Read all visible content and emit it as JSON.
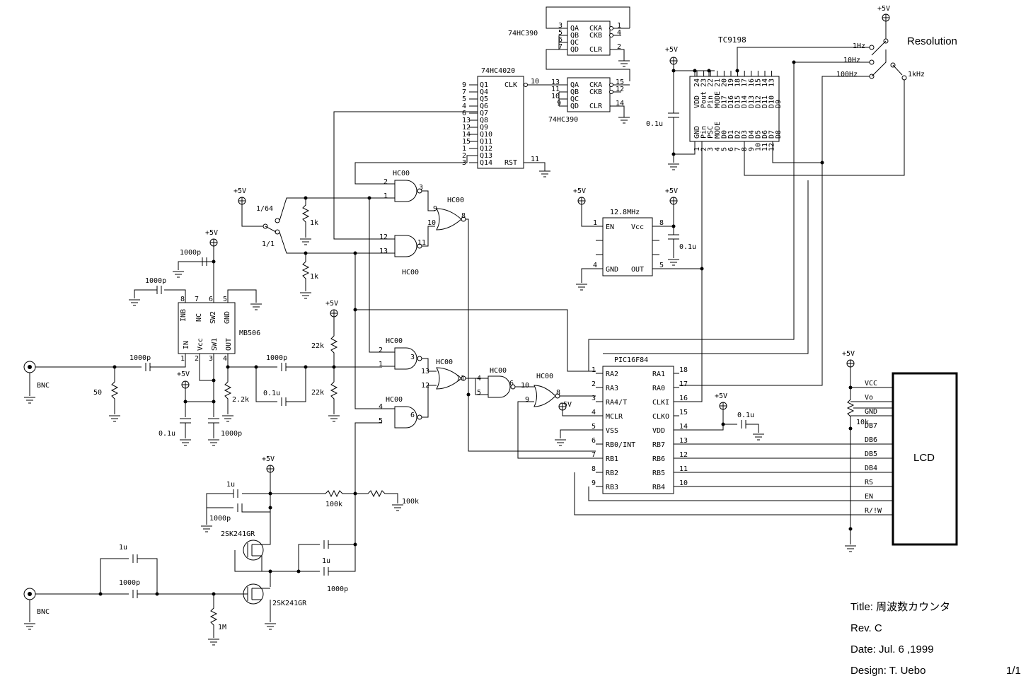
{
  "chips": {
    "hc390_top": "74HC390",
    "hc390_bot": "74HC390",
    "hc4020": "74HC4020",
    "tc9198": "TC9198",
    "mb506": "MB506",
    "pic": "PIC16F84",
    "osc": "12.8MHz",
    "lcd": "LCD",
    "nand": "HC00",
    "fet": "2SK241GR"
  },
  "pins": {
    "hc390_top_left": [
      "QA",
      "QB",
      "QC",
      "QD"
    ],
    "hc390_top_right": [
      "CKA",
      "CKB",
      "CLR"
    ],
    "hc390_top_left_nums": [
      "3",
      "5",
      "6",
      "7"
    ],
    "hc390_top_right_nums": [
      "1",
      "4",
      "2"
    ],
    "hc390_bot_left_nums": [
      "13",
      "11",
      "10",
      "9"
    ],
    "hc390_bot_right_nums": [
      "15",
      "12",
      "14"
    ],
    "hc4020_left": [
      "Q1",
      "Q4",
      "Q5",
      "Q6",
      "Q7",
      "Q8",
      "Q9",
      "Q10",
      "Q11",
      "Q12",
      "Q13",
      "Q14"
    ],
    "hc4020_left_nums": [
      "9",
      "7",
      "5",
      "4",
      "6",
      "13",
      "12",
      "14",
      "15",
      "1",
      "2",
      "3"
    ],
    "hc4020_clk": "CLK",
    "hc4020_rst": "RST",
    "hc4020_clk_num": "10",
    "hc4020_rst_num": "11",
    "tc_top": [
      "VDD",
      "Pout",
      "Pin",
      "MODE",
      "D17",
      "D16",
      "D15",
      "D14",
      "D13",
      "D12",
      "D11",
      "D10",
      "D9"
    ],
    "tc_top_nums": [
      "24",
      "23",
      "22",
      "21",
      "20",
      "19",
      "18",
      "17",
      "16",
      "15",
      "14",
      "13"
    ],
    "tc_bot": [
      "GND",
      "Pin",
      "PSC",
      "MODE",
      "D0",
      "D1",
      "D2",
      "D3",
      "D4",
      "D5",
      "D6",
      "D7",
      "D8"
    ],
    "tc_bot_nums": [
      "1",
      "2",
      "3",
      "4",
      "5",
      "6",
      "7",
      "8",
      "9",
      "10",
      "11",
      "12"
    ],
    "mb506_top": [
      "INB",
      "NC",
      "SW2",
      "GND"
    ],
    "mb506_top_nums": [
      "8",
      "7",
      "6",
      "5"
    ],
    "mb506_bot": [
      "IN",
      "Vcc",
      "SW1",
      "OUT"
    ],
    "mb506_bot_nums": [
      "1",
      "2",
      "3",
      "4"
    ],
    "osc_left": [
      "EN",
      "GND"
    ],
    "osc_right": [
      "Vcc",
      "OUT"
    ],
    "osc_nums": [
      "1",
      "4",
      "8",
      "5"
    ],
    "pic_left": [
      "RA2",
      "RA3",
      "RA4/T",
      "MCLR",
      "VSS",
      "RB0/INT",
      "RB1",
      "RB2",
      "RB3"
    ],
    "pic_left_nums": [
      "1",
      "2",
      "3",
      "4",
      "5",
      "6",
      "7",
      "8",
      "9"
    ],
    "pic_right": [
      "RA1",
      "RA0",
      "CLKI",
      "CLKO",
      "VDD",
      "RB7",
      "RB6",
      "RB5",
      "RB4"
    ],
    "pic_right_nums": [
      "18",
      "17",
      "16",
      "15",
      "14",
      "13",
      "12",
      "11",
      "10"
    ],
    "lcd_pins": [
      "VCC",
      "Vo",
      "GND",
      "DB7",
      "DB6",
      "DB5",
      "DB4",
      "RS",
      "EN",
      "R/!W"
    ]
  },
  "labels": {
    "p5v": "+5V",
    "bnc": "BNC",
    "r50": "50",
    "c1000p": "1000p",
    "c01u": "0.1u",
    "c1u": "1u",
    "r22k": "22k",
    "r2k2": "2.2k",
    "r1k": "1k",
    "r100k": "100k",
    "r1m": "1M",
    "r10k": "10k",
    "div64": "1/64",
    "div1": "1/1",
    "resolution": "Resolution",
    "f1hz": "1Hz",
    "f10hz": "10Hz",
    "f100hz": "100Hz",
    "f1khz": "1kHz"
  },
  "title_block": {
    "title": "Title: 周波数カウンタ",
    "rev": "Rev.  C",
    "date": "Date: Jul. 6 ,1999",
    "design": "Design: T. Uebo",
    "sheet": "1/1"
  }
}
